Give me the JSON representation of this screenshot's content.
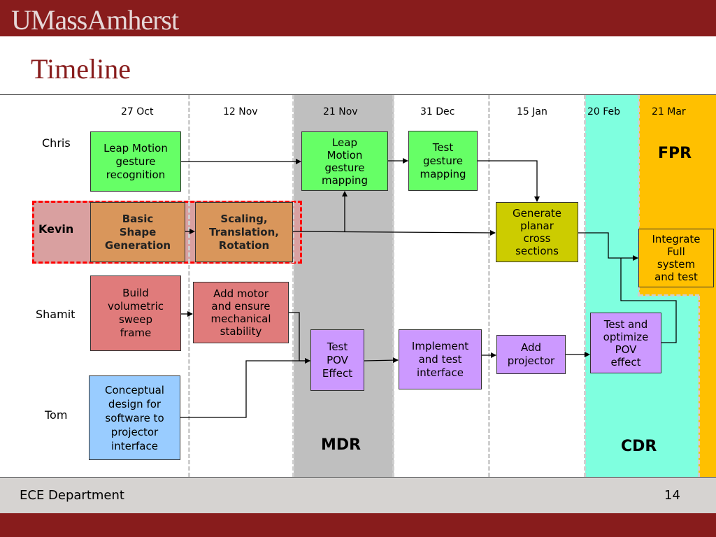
{
  "header": {
    "logo_text": "UMassAmherst",
    "title": "Timeline"
  },
  "dates": [
    "27 Oct",
    "12 Nov",
    "21 Nov",
    "31 Dec",
    "15 Jan",
    "20 Feb",
    "21 Mar"
  ],
  "people": {
    "chris": "Chris",
    "kevin": "Kevin",
    "shamit": "Shamit",
    "tom": "Tom"
  },
  "tasks": {
    "leap_recog": [
      "Leap Motion",
      "gesture",
      "recognition"
    ],
    "leap_map": [
      "Leap",
      "Motion",
      "gesture",
      "mapping"
    ],
    "test_gesture": [
      "Test",
      "gesture",
      "mapping"
    ],
    "basic_shape": [
      "Basic",
      "Shape",
      "Generation"
    ],
    "scaling": [
      "Scaling,",
      "Translation,",
      "Rotation"
    ],
    "planar": [
      "Generate",
      "planar",
      "cross",
      "sections"
    ],
    "integrate": [
      "Integrate",
      "Full",
      "system",
      "and test"
    ],
    "volumetric": [
      "Build",
      "volumetric",
      "sweep",
      "frame"
    ],
    "motor": [
      "Add motor",
      "and ensure",
      "mechanical",
      "stability"
    ],
    "test_pov": [
      "Test",
      "POV",
      "Effect"
    ],
    "implement": [
      "Implement",
      "and test",
      "interface"
    ],
    "projector": [
      "Add",
      "projector"
    ],
    "optimize": [
      "Test and",
      "optimize",
      "POV",
      "effect"
    ],
    "conceptual": [
      "Conceptual",
      "design for",
      "software to",
      "projector",
      "interface"
    ]
  },
  "milestones": {
    "fpr": "FPR",
    "mdr": "MDR",
    "cdr": "CDR"
  },
  "footer": {
    "department": "ECE Department",
    "page": "14"
  },
  "colors": {
    "brand": "#881c1c",
    "mdr_band": "#bfbfbf",
    "cdr_band": "#7fffdf",
    "fpr_band": "#ffc000",
    "highlight": "#ff0000"
  }
}
